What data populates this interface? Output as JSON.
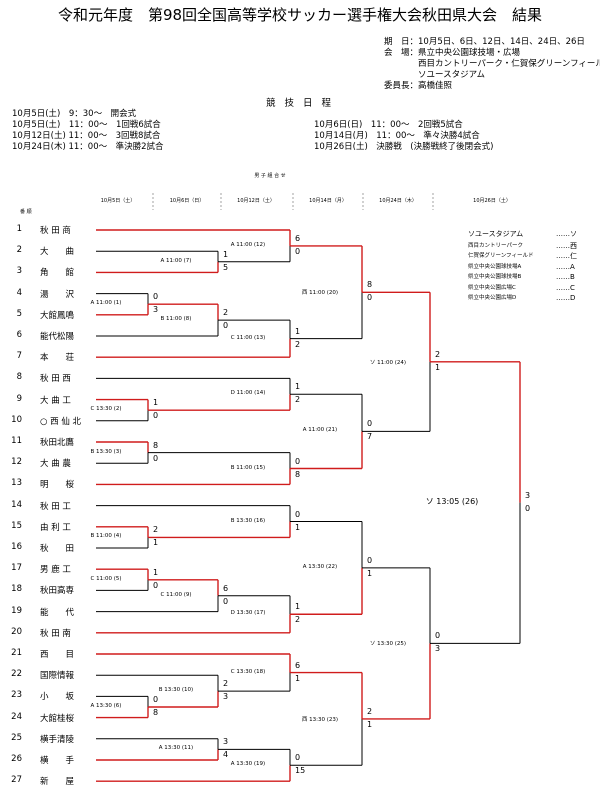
{
  "title": "令和元年度　第98回全国高等学校サッカー選手権大会秋田県大会　結果",
  "info": {
    "period_label": "期　日：",
    "period_value": "10月5日、6日、12日、14日、24日、26日",
    "venue_label": "会　場：",
    "venue_lines": [
      "県立中央公園球技場・広場",
      "西目カントリーパーク・仁賀保グリーンフィールド",
      "ソユースタジアム"
    ],
    "chair_label": "委員長：",
    "chair_value": "高橋佳照"
  },
  "schedule_heading": "競 技 日 程",
  "schedule_left": [
    "10月5日(土)　9：30～　開会式",
    "10月5日(土)　11：00～　1回戦6試合",
    "10月12日(土) 11：00～　3回戦8試合",
    "10月24日(木) 11：00～　準決勝2試合"
  ],
  "schedule_right": [
    "10月6日(日)　11：00～　2回戦5試合",
    "10月14日(月)　11：00～　準々決勝4試合",
    "10月26日(土)　決勝戦　(決勝戦終了後閉会式)"
  ],
  "bracket_small_title": "男 子 組 合 せ",
  "seed_label": "番 順",
  "day_headers": [
    "10月5日（土）",
    "10月6日（日）",
    "10月12日（土）",
    "10月14日（月）",
    "10月24日（木）",
    "10月26日（土）"
  ],
  "teams": [
    {
      "num": "1",
      "name": "秋 田 商"
    },
    {
      "num": "2",
      "name": "大　　曲"
    },
    {
      "num": "3",
      "name": "角　　館"
    },
    {
      "num": "4",
      "name": "湯　　沢"
    },
    {
      "num": "5",
      "name": "大館鳳鳴"
    },
    {
      "num": "6",
      "name": "能代松陽"
    },
    {
      "num": "7",
      "name": "本　　荘"
    },
    {
      "num": "8",
      "name": "秋 田 西"
    },
    {
      "num": "9",
      "name": "大 曲 工"
    },
    {
      "num": "10",
      "name": "○ 西 仙 北"
    },
    {
      "num": "11",
      "name": "秋田北鷹"
    },
    {
      "num": "12",
      "name": "大 曲 農"
    },
    {
      "num": "13",
      "name": "明　　桜"
    },
    {
      "num": "14",
      "name": "秋 田 工"
    },
    {
      "num": "15",
      "name": "由 利 工"
    },
    {
      "num": "16",
      "name": "秋　　田"
    },
    {
      "num": "17",
      "name": "男 鹿 工"
    },
    {
      "num": "18",
      "name": "秋田高専"
    },
    {
      "num": "19",
      "name": "能　　代"
    },
    {
      "num": "20",
      "name": "秋 田 南"
    },
    {
      "num": "21",
      "name": "西　　目"
    },
    {
      "num": "22",
      "name": "国際情報"
    },
    {
      "num": "23",
      "name": "小　　坂"
    },
    {
      "num": "24",
      "name": "大館桂桜"
    },
    {
      "num": "25",
      "name": "横手清陵"
    },
    {
      "num": "26",
      "name": "横　　手"
    },
    {
      "num": "27",
      "name": "新　　屋"
    }
  ],
  "matches": [
    {
      "label": "A 11:00 (1)",
      "s1": "0",
      "s2": "3"
    },
    {
      "label": "C 13:30 (2)",
      "s1": "1",
      "s2": "0"
    },
    {
      "label": "B 13:30 (3)",
      "s1": "8",
      "s2": "0"
    },
    {
      "label": "B 11:00 (4)",
      "s1": "2",
      "s2": "1"
    },
    {
      "label": "C 11:00 (5)",
      "s1": "1",
      "s2": "0"
    },
    {
      "label": "A 13:30 (6)",
      "s1": "0",
      "s2": "8"
    },
    {
      "label": "A 11:00 (7)",
      "s1": "1",
      "s2": "5"
    },
    {
      "label": "B 11:00 (8)",
      "s1": "2",
      "s2": "0"
    },
    {
      "label": "C 11:00 (9)",
      "s1": "6",
      "s2": "0"
    },
    {
      "label": "B 13:30 (10)",
      "s1": "2",
      "s2": "3"
    },
    {
      "label": "A 13:30 (11)",
      "s1": "3",
      "s2": "4"
    },
    {
      "label": "A 11:00 (12)",
      "s1": "6",
      "s2": "0"
    },
    {
      "label": "C 11:00 (13)",
      "s1": "1",
      "s2": "2"
    },
    {
      "label": "D 11:00 (14)",
      "s1": "1",
      "s2": "2"
    },
    {
      "label": "B 11:00 (15)",
      "s1": "0",
      "s2": "8"
    },
    {
      "label": "B 13:30 (16)",
      "s1": "0",
      "s2": "1"
    },
    {
      "label": "D 13:30 (17)",
      "s1": "1",
      "s2": "2"
    },
    {
      "label": "C 13:30 (18)",
      "s1": "6",
      "s2": "1"
    },
    {
      "label": "A 13:30 (19)",
      "s1": "0",
      "s2": "15"
    },
    {
      "label": "西 11:00 (20)",
      "s1": "8",
      "s2": "0"
    },
    {
      "label": "A 11:00 (21)",
      "s1": "0",
      "s2": "7"
    },
    {
      "label": "A 13:30 (22)",
      "s1": "0",
      "s2": "1"
    },
    {
      "label": "西 13:30 (23)",
      "s1": "2",
      "s2": "1"
    },
    {
      "label": "ソ 11:00 (24)",
      "s1": "2",
      "s2": "1"
    },
    {
      "label": "ソ 13:30 (25)",
      "s1": "0",
      "s2": "3"
    },
    {
      "label": "ソ 13:05 (26)",
      "s1": "3",
      "s2": "0"
    }
  ],
  "legend": [
    {
      "name": "ソユースタジアム",
      "code": "……ソ"
    },
    {
      "name": "西目カントリーパーク",
      "code": "……西"
    },
    {
      "name": "仁賀保グリーンフィールド",
      "code": "……仁"
    },
    {
      "name": "県立中央公園球技場A",
      "code": "……A"
    },
    {
      "name": "県立中央公園球技場B",
      "code": "……B"
    },
    {
      "name": "県立中央公園広場C",
      "code": "……C"
    },
    {
      "name": "県立中央公園広場D",
      "code": "……D"
    }
  ],
  "colors": {
    "winner_line": "#d01c1c",
    "line": "#000000"
  }
}
